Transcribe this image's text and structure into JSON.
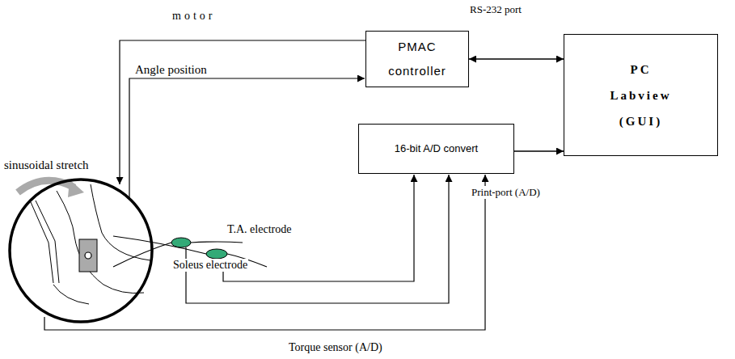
{
  "diagram": {
    "nodes": [
      {
        "text": [
          "PMAC controller"
        ]
      },
      {
        "text": [
          "PC Labview (GUI)"
        ]
      },
      {
        "text": [
          "16-bit A/D convert"
        ]
      }
    ],
    "edges": [
      {
        "from": 0,
        "to": 1,
        "arrow": "both"
      },
      {
        "from": 2,
        "to": 1,
        "arrow": "to"
      }
    ],
    "labels": [
      "motor",
      "RS-232 port",
      "Angle position",
      "sinusoidal stretch",
      "T.A. electrode",
      "Soleus electrode",
      "Print-port (A/D)",
      "Torque sensor (A/D)"
    ]
  }
}
